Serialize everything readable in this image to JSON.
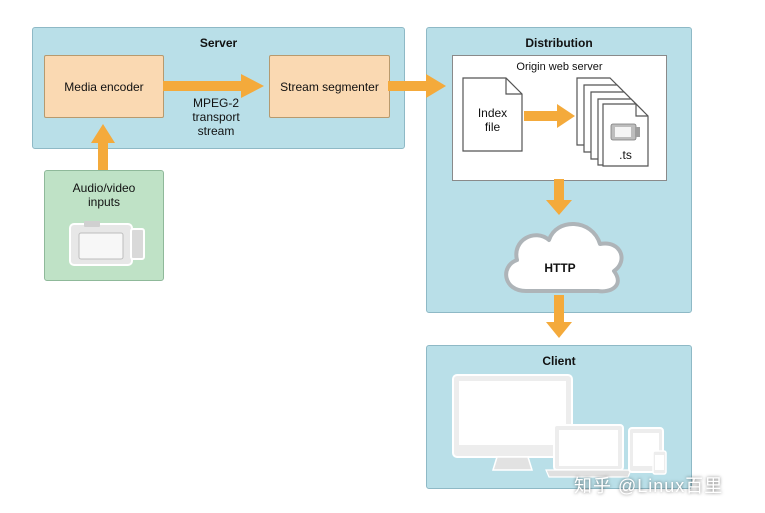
{
  "server": {
    "title": "Server",
    "media_encoder": "Media encoder",
    "stream_segmenter": "Stream segmenter",
    "mpeg_label": [
      "MPEG-2",
      "transport",
      "stream"
    ]
  },
  "inputs": {
    "title_lines": [
      "Audio/video",
      "inputs"
    ]
  },
  "distribution": {
    "title": "Distribution",
    "origin_server": "Origin web server",
    "index_file": [
      "Index",
      "file"
    ],
    "ts_label": ".ts",
    "cloud_label": "HTTP"
  },
  "client": {
    "title": "Client"
  },
  "watermark": "知乎 @Linux百里",
  "colors": {
    "panel_blue": "#b9dfe8",
    "panel_green": "#bfe2c6",
    "box_orange": "#fad9b2",
    "arrow_orange": "#f4aa3b"
  }
}
